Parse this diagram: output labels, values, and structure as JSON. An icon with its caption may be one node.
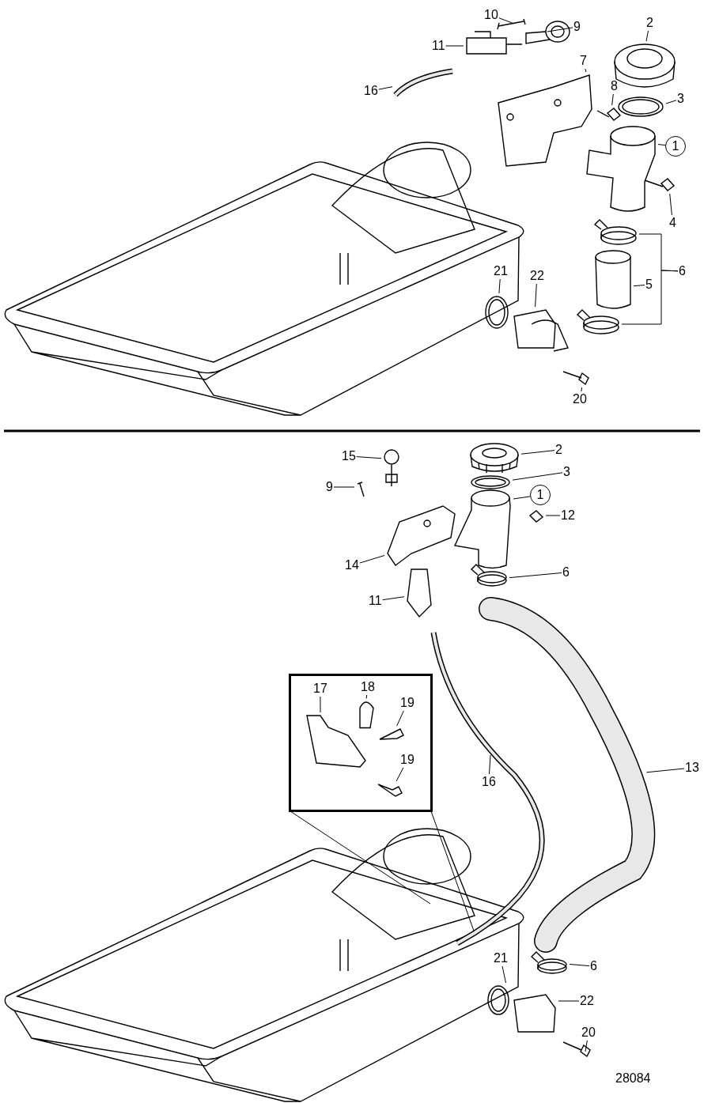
{
  "diagram": {
    "nodes": [
      {
        "text": [
          "10"
        ]
      },
      {
        "text": [
          "9"
        ]
      },
      {
        "text": [
          "11"
        ]
      },
      {
        "text": [
          "2"
        ]
      },
      {
        "text": [
          "16"
        ]
      },
      {
        "text": [
          "7"
        ]
      },
      {
        "text": [
          "8"
        ]
      },
      {
        "text": [
          "3"
        ]
      },
      {
        "text": [
          "1"
        ]
      },
      {
        "text": [
          "4"
        ]
      },
      {
        "text": [
          "21"
        ]
      },
      {
        "text": [
          "22"
        ]
      },
      {
        "text": [
          "6"
        ]
      },
      {
        "text": [
          "5"
        ]
      },
      {
        "text": [
          "20"
        ]
      },
      {
        "text": [
          "15"
        ]
      },
      {
        "text": [
          "2"
        ]
      },
      {
        "text": [
          "9"
        ]
      },
      {
        "text": [
          "3"
        ]
      },
      {
        "text": [
          "1"
        ]
      },
      {
        "text": [
          "12"
        ]
      },
      {
        "text": [
          "14"
        ]
      },
      {
        "text": [
          "6"
        ]
      },
      {
        "text": [
          "11"
        ]
      },
      {
        "text": [],
        "shape": "box"
      },
      {
        "text": [
          "17"
        ],
        "in": 24
      },
      {
        "text": [
          "18"
        ],
        "in": 24
      },
      {
        "text": [
          "19"
        ],
        "in": 24
      },
      {
        "text": [
          "19"
        ],
        "in": 24
      },
      {
        "text": [
          "13"
        ]
      },
      {
        "text": [
          "16"
        ]
      },
      {
        "text": [
          "6"
        ]
      },
      {
        "text": [
          "21"
        ]
      },
      {
        "text": [
          "22"
        ]
      },
      {
        "text": [
          "20"
        ]
      },
      {
        "text": [],
        "shape": "picture"
      },
      {
        "text": [],
        "shape": "picture"
      },
      {
        "text": [],
        "shape": "picture"
      },
      {
        "text": [],
        "shape": "picture"
      },
      {
        "text": [],
        "shape": "picture"
      },
      {
        "text": [],
        "shape": "picture"
      },
      {
        "text": [],
        "shape": "picture"
      },
      {
        "text": [],
        "shape": "picture"
      },
      {
        "text": [],
        "shape": "picture"
      },
      {
        "text": [],
        "shape": "picture"
      },
      {
        "text": [],
        "shape": "picture"
      },
      {
        "text": [],
        "shape": "picture"
      },
      {
        "text": [],
        "shape": "picture"
      },
      {
        "text": [],
        "shape": "picture"
      },
      {
        "text": [],
        "shape": "picture"
      },
      {
        "text": [],
        "shape": "picture"
      },
      {
        "text": [],
        "shape": "picture"
      },
      {
        "text": [],
        "shape": "picture"
      },
      {
        "text": [],
        "shape": "picture"
      },
      {
        "text": [],
        "shape": "picture"
      },
      {
        "text": [],
        "shape": "picture"
      },
      {
        "text": [],
        "shape": "picture"
      },
      {
        "text": [],
        "shape": "picture"
      },
      {
        "text": [],
        "shape": "picture"
      },
      {
        "text": [],
        "shape": "picture"
      },
      {
        "text": [],
        "shape": "picture",
        "in": 24
      },
      {
        "text": [],
        "shape": "picture",
        "in": 24
      },
      {
        "text": [],
        "shape": "picture",
        "in": 24
      },
      {
        "text": [],
        "shape": "picture",
        "in": 24
      },
      {
        "text": [],
        "shape": "picture"
      },
      {
        "text": [],
        "shape": "picture"
      },
      {
        "text": [],
        "shape": "picture"
      },
      {
        "text": [],
        "shape": "picture"
      },
      {
        "text": [],
        "shape": "picture"
      },
      {
        "text": [],
        "shape": "picture"
      }
    ],
    "edges": [
      {
        "from": 0,
        "to": 35,
        "arrow": "none"
      },
      {
        "from": 1,
        "to": 36,
        "arrow": "none"
      },
      {
        "from": 2,
        "to": 37,
        "arrow": "none"
      },
      {
        "from": 3,
        "to": 38,
        "arrow": "none"
      },
      {
        "from": 4,
        "to": 39,
        "arrow": "none"
      },
      {
        "from": 5,
        "to": 40,
        "arrow": "none"
      },
      {
        "from": 6,
        "to": 41,
        "arrow": "none"
      },
      {
        "from": 7,
        "to": 42,
        "arrow": "none"
      },
      {
        "from": 8,
        "to": 43,
        "arrow": "none"
      },
      {
        "from": 9,
        "to": 44,
        "arrow": "none"
      },
      {
        "from": 10,
        "to": 45,
        "arrow": "none"
      },
      {
        "from": 11,
        "to": 46,
        "arrow": "none"
      },
      {
        "from": 12,
        "to": 47,
        "arrow": "none"
      },
      {
        "from": 12,
        "to": 48,
        "arrow": "none"
      },
      {
        "from": 13,
        "to": 49,
        "arrow": "none"
      },
      {
        "from": 14,
        "to": 50,
        "arrow": "none"
      },
      {
        "from": 15,
        "to": 51,
        "arrow": "none"
      },
      {
        "from": 16,
        "to": 52,
        "arrow": "none"
      },
      {
        "from": 17,
        "to": 53,
        "arrow": "none"
      },
      {
        "from": 18,
        "to": 54,
        "arrow": "none"
      },
      {
        "from": 19,
        "to": 55,
        "arrow": "none"
      },
      {
        "from": 20,
        "to": 56,
        "arrow": "none"
      },
      {
        "from": 21,
        "to": 57,
        "arrow": "none"
      },
      {
        "from": 22,
        "to": 58,
        "arrow": "none"
      },
      {
        "from": 23,
        "to": 59,
        "arrow": "none"
      },
      {
        "from": 24,
        "to": 65,
        "arrow": "none"
      },
      {
        "from": 25,
        "to": 60,
        "arrow": "none"
      },
      {
        "from": 26,
        "to": 61,
        "arrow": "none"
      },
      {
        "from": 27,
        "to": 62,
        "arrow": "none"
      },
      {
        "from": 28,
        "to": 63,
        "arrow": "none"
      },
      {
        "from": 29,
        "to": 64,
        "arrow": "none"
      },
      {
        "from": 30,
        "to": 65,
        "arrow": "none"
      },
      {
        "from": 31,
        "to": 66,
        "arrow": "none"
      },
      {
        "from": 32,
        "to": 67,
        "arrow": "none"
      },
      {
        "from": 33,
        "to": 68,
        "arrow": "none"
      },
      {
        "from": 34,
        "to": 69,
        "arrow": "none"
      }
    ],
    "labels": [
      "28084"
    ]
  }
}
